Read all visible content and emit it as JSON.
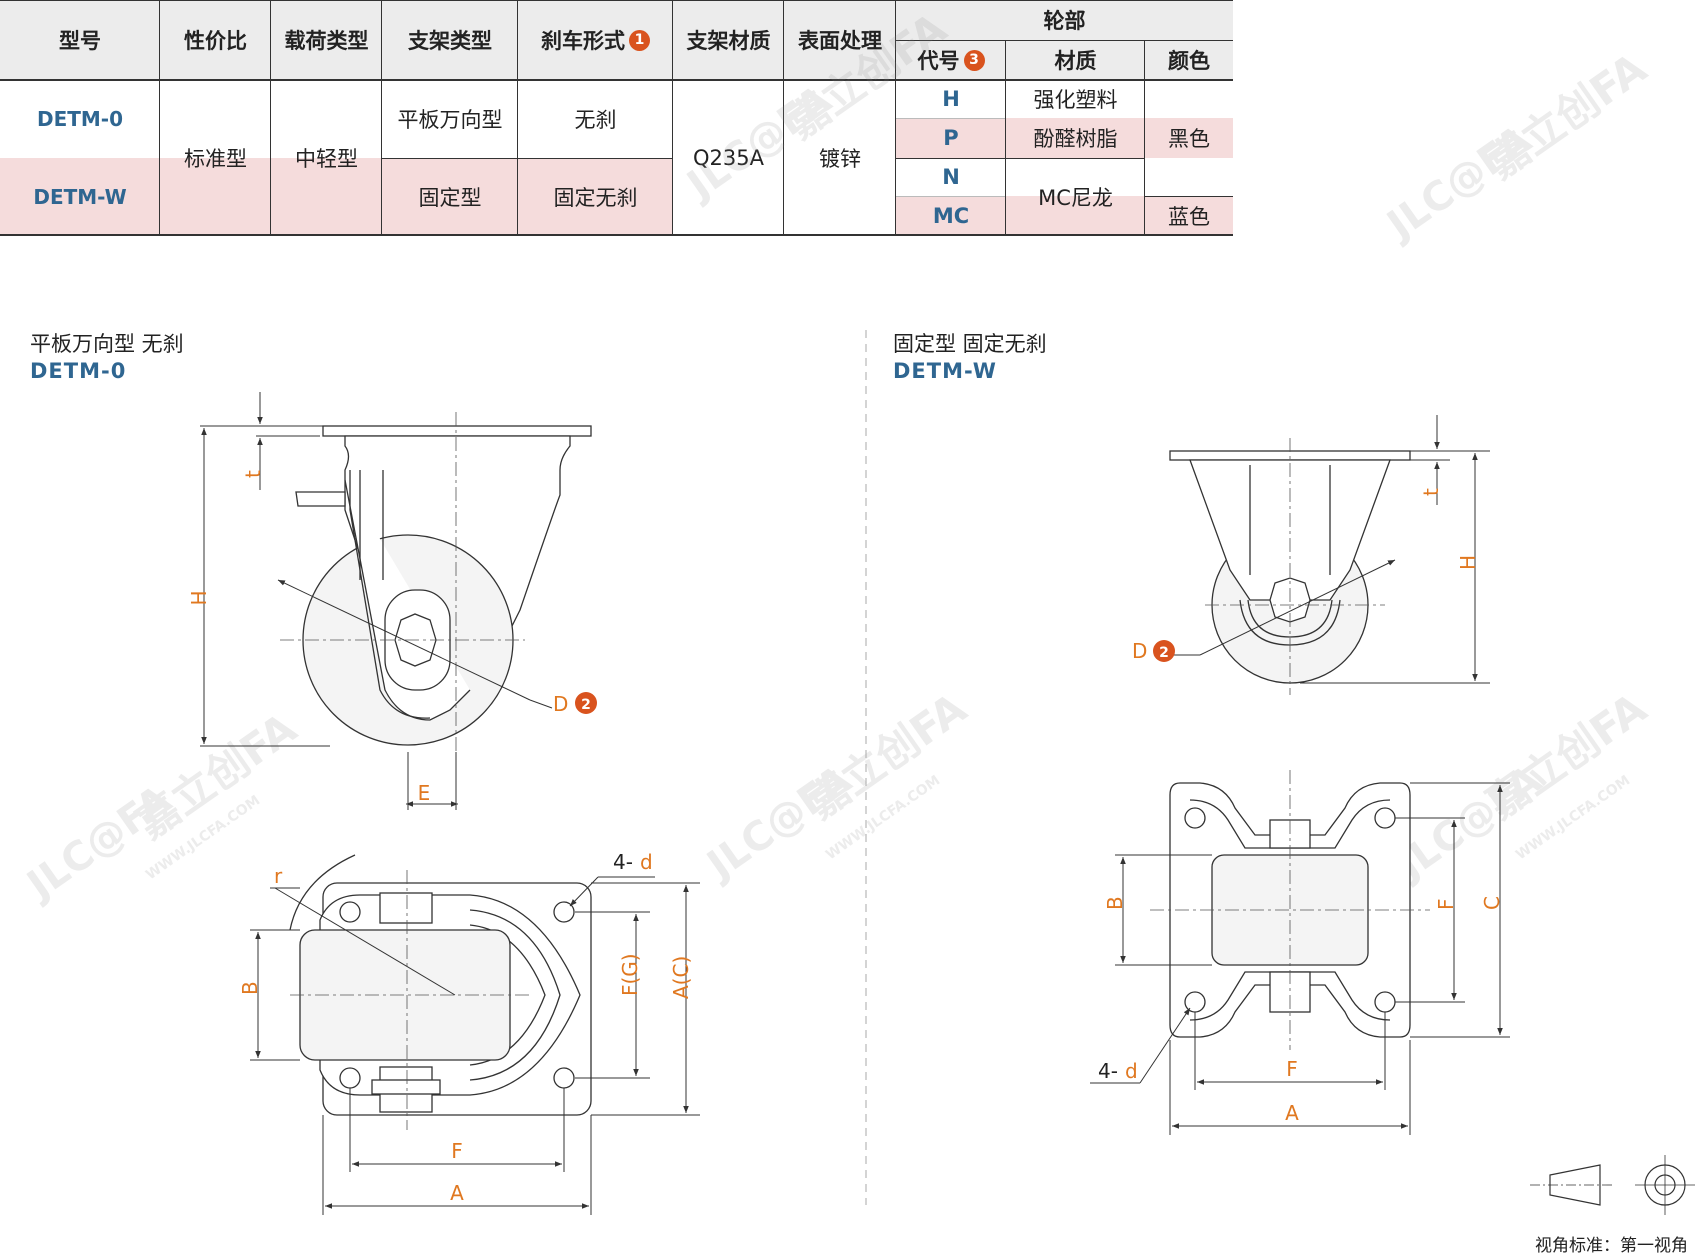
{
  "table": {
    "headers": {
      "model": "型号",
      "value": "性价比",
      "load": "载荷类型",
      "bracket": "支架类型",
      "brake": "刹车形式",
      "brake_note": "1",
      "material": "支架材质",
      "surface": "表面处理",
      "wheel": "轮部",
      "wheel_code": "代号",
      "wheel_code_note": "3",
      "wheel_material": "材质",
      "wheel_color": "颜色"
    },
    "models": [
      "DETM-0",
      "DETM-W"
    ],
    "value": "标准型",
    "load": "中轻型",
    "brackets": [
      "平板万向型",
      "固定型"
    ],
    "brakes": [
      "无刹",
      "固定无刹"
    ],
    "material": "Q235A",
    "surface": "镀锌",
    "wheel_codes": [
      "H",
      "P",
      "N",
      "MC"
    ],
    "wheel_materials": [
      "强化塑料",
      "酚醛树脂",
      "MC尼龙"
    ],
    "wheel_colors": [
      "黑色",
      "蓝色"
    ]
  },
  "left_drawing": {
    "title": "平板万向型 无刹",
    "model": "DETM-0",
    "labels": {
      "t": "t",
      "H": "H",
      "D": "D",
      "D_note": "2",
      "E": "E",
      "r": "r",
      "hole": "4-",
      "hole_d": "d",
      "B": "B",
      "FG": "F(G)",
      "AC": "A(C)",
      "F": "F",
      "A": "A"
    }
  },
  "right_drawing": {
    "title": "固定型 固定无刹",
    "model": "DETM-W",
    "labels": {
      "t": "t",
      "H": "H",
      "D": "D",
      "D_note": "2",
      "B": "B",
      "F_side": "F",
      "C": "C",
      "hole": "4-",
      "hole_d": "d",
      "F": "F",
      "A": "A"
    }
  },
  "footer": {
    "projection": "视角标准：第一视角"
  },
  "watermark": {
    "brand": "嘉立创FA",
    "logo": "JLC@FA",
    "url": "WWW.JLCFA.COM"
  },
  "colors": {
    "accent_blue": "#2f6691",
    "dim_orange": "#e07820",
    "note_red": "#d9531e",
    "row_pink": "#f5dcdc",
    "header_gray": "#ececec"
  }
}
